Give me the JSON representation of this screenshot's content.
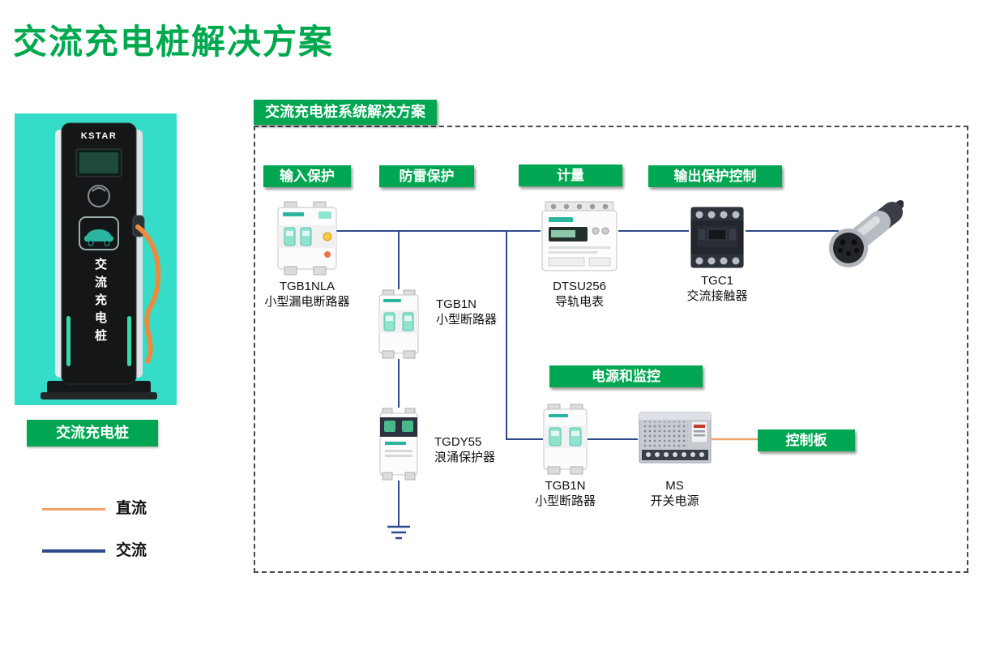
{
  "page": {
    "title": "交流充电桩解决方案"
  },
  "product": {
    "brand": "KSTAR",
    "pile_vertical_text": "交流充电桩",
    "caption": "交流充电桩"
  },
  "legend": {
    "dc": {
      "label": "直流",
      "color": "#F2A06C"
    },
    "ac": {
      "label": "交流",
      "color": "#2E4A8C"
    }
  },
  "diagram": {
    "title": "交流充电桩系统解决方案",
    "tags": {
      "input_protection": "输入保护",
      "lightning_protection": "防雷保护",
      "metering": "计量",
      "output_protection": "输出保护控制",
      "power_and_monitoring": "电源和监控",
      "control_board": "控制板"
    },
    "components": {
      "rcbo": {
        "model": "TGB1NLA",
        "name": "小型漏电断路器"
      },
      "mcb_top": {
        "model": "TGB1N",
        "name": "小型断路器"
      },
      "spd": {
        "model": "TGDY55",
        "name": "浪涌保护器"
      },
      "meter": {
        "model": "DTSU256",
        "name": "导轨电表"
      },
      "contactor": {
        "model": "TGC1",
        "name": "交流接触器"
      },
      "mcb_bottom": {
        "model": "TGB1N",
        "name": "小型断路器"
      },
      "psu": {
        "model": "MS",
        "name": "开关电源"
      }
    }
  },
  "colors": {
    "brand_green": "#00A651",
    "title_green": "#00A84E",
    "teal_background": "#35DCC8",
    "ac_line": "#2E4A8C",
    "dc_line": "#F2A06C"
  }
}
